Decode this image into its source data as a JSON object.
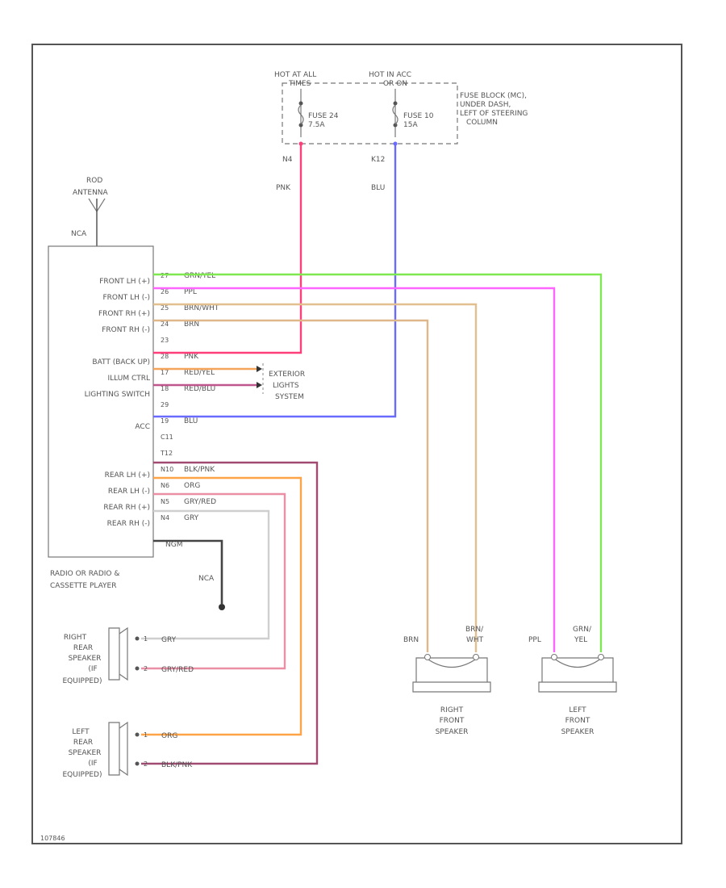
{
  "fuse_block": {
    "hot_at_all": "HOT AT ALL",
    "hot_at_all_sub": "TIMES",
    "hot_in_acc": "HOT IN ACC",
    "hot_in_acc_sub": "OR ON",
    "fuse24": "FUSE 24",
    "fuse24_amp": "7.5A",
    "fuse10": "FUSE 10",
    "fuse10_amp": "15A",
    "desc_lines": [
      "FUSE BLOCK (MC),",
      "UNDER DASH,",
      "LEFT OF STEERING",
      "COLUMN"
    ],
    "pin_left": "N4",
    "pin_right": "K12",
    "wire_left": "PNK",
    "wire_right": "BLU"
  },
  "antenna": {
    "label1": "ROD",
    "label2": "ANTENNA",
    "wire": "NCA"
  },
  "radio": {
    "pins": [
      {
        "label": "FRONT LH (+)",
        "num": "27",
        "wire": "GRN/YEL"
      },
      {
        "label": "FRONT LH (-)",
        "num": "26",
        "wire": "PPL"
      },
      {
        "label": "FRONT RH (+)",
        "num": "25",
        "wire": "BRN/WHT"
      },
      {
        "label": "FRONT RH (-)",
        "num": "24",
        "wire": "BRN"
      },
      {
        "label": "",
        "num": "23",
        "wire": ""
      },
      {
        "label": "BATT (BACK UP)",
        "num": "28",
        "wire": "PNK"
      },
      {
        "label": "ILLUM CTRL",
        "num": "17",
        "wire": "RED/YEL"
      },
      {
        "label": "LIGHTING SWITCH",
        "num": "18",
        "wire": "RED/BLU"
      },
      {
        "label": "",
        "num": "29",
        "wire": ""
      },
      {
        "label": "ACC",
        "num": "19",
        "wire": "BLU"
      },
      {
        "label": "",
        "num": "C11",
        "wire": ""
      },
      {
        "label": "",
        "num": "T12",
        "wire": ""
      },
      {
        "label": "REAR LH (+)",
        "num": "N10",
        "wire": "BLK/PNK"
      },
      {
        "label": "REAR LH (-)",
        "num": "N6",
        "wire": "ORG"
      },
      {
        "label": "REAR RH (+)",
        "num": "N5",
        "wire": "GRY/RED"
      },
      {
        "label": "REAR RH (-)",
        "num": "N4",
        "wire": "GRY"
      }
    ],
    "ground_wire": "NGM",
    "ground_label": "NCA",
    "name1": "RADIO OR RADIO &",
    "name2": "CASSETTE PLAYER"
  },
  "lighting": [
    "EXTERIOR",
    "LIGHTS",
    "SYSTEM"
  ],
  "right_rear": {
    "lines": [
      "RIGHT",
      "REAR",
      "SPEAKER",
      "(IF",
      "EQUIPPED)"
    ],
    "pin1": "1",
    "wire1": "GRY",
    "pin2": "2",
    "wire2": "GRY/RED"
  },
  "left_rear": {
    "lines": [
      "LEFT",
      "REAR",
      "SPEAKER",
      "(IF",
      "EQUIPPED)"
    ],
    "pin1": "1",
    "wire1": "ORG",
    "pin2": "2",
    "wire2": "BLK/PNK"
  },
  "right_front": {
    "wire_a": "BRN",
    "wire_b1": "BRN/",
    "wire_b2": "WHT",
    "lines": [
      "RIGHT",
      "FRONT",
      "SPEAKER"
    ]
  },
  "left_front": {
    "wire_a": "PPL",
    "wire_b1": "GRN/",
    "wire_b2": "YEL",
    "lines": [
      "LEFT",
      "FRONT",
      "SPEAKER"
    ]
  },
  "footer": "107846",
  "colors": {
    "frame": "#555555",
    "pnk": "#ff3f7a",
    "blu": "#6a6aff",
    "grn_yel": "#7de84f",
    "ppl": "#ff66ff",
    "brn_wht": "#e2bf8e",
    "brn": "#dfb88a",
    "red_yel": "#f4a55a",
    "red_blu": "#c0568e",
    "blk_pnk": "#a14a72",
    "org": "#ffa347",
    "gry_red": "#ea8fa5",
    "gry": "#cfcfcf",
    "gnd": "#444444"
  }
}
